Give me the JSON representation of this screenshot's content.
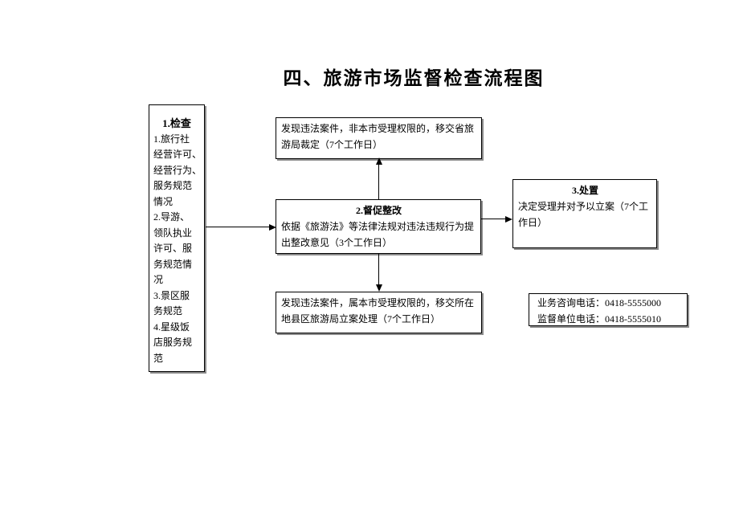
{
  "title": "四、旅游市场监督检查流程图",
  "flowchart": {
    "inspect_box": {
      "heading": "1.检查",
      "body": "1.旅行社\n经营许可、\n经营行为、\n服务规范\n情况\n2.导游、\n领队执业\n许可、服\n务规范情\n况\n3.景区服\n务规范\n4.星级饭\n店服务规\n范"
    },
    "province_box": {
      "body": "发现违法案件，非本市受理权限的，移交省旅\n游局裁定（7个工作日）"
    },
    "rectify_box": {
      "heading": "2.督促整改",
      "body": "依据《旅游法》等法律法规对违法违规行为提\n出整改意见（3个工作日）"
    },
    "county_box": {
      "body": "发现违法案件，属本市受理权限的，移交所在\n地县区旅游局立案处理（7个工作日）"
    },
    "dispose_box": {
      "heading": "3.处置",
      "body": "决定受理并对予以立案（7个工\n作日）"
    },
    "contact_box": {
      "line1": "业务咨询电话：0418-5555000",
      "line2": "监督单位电话：0418-5555010"
    }
  },
  "colors": {
    "background": "#ffffff",
    "text": "#000000",
    "box_border": "#000000",
    "box_shadow": "#8c8c8c"
  }
}
